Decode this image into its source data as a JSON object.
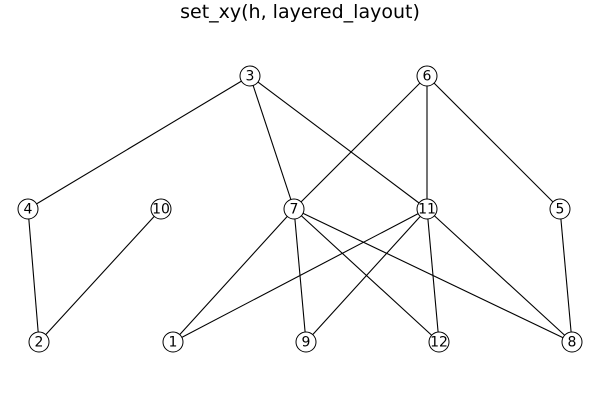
{
  "title": "set_xy(h, layered_layout)",
  "colors": {
    "background": "#ffffff",
    "edge": "#000000",
    "node_fill": "#ffffff",
    "node_stroke": "#000000",
    "text": "#000000"
  },
  "graph": {
    "nodes": [
      {
        "id": "1",
        "label": "1",
        "layer": 3
      },
      {
        "id": "2",
        "label": "2",
        "layer": 3
      },
      {
        "id": "3",
        "label": "3",
        "layer": 1
      },
      {
        "id": "4",
        "label": "4",
        "layer": 2
      },
      {
        "id": "5",
        "label": "5",
        "layer": 2
      },
      {
        "id": "6",
        "label": "6",
        "layer": 1
      },
      {
        "id": "7",
        "label": "7",
        "layer": 2
      },
      {
        "id": "8",
        "label": "8",
        "layer": 3
      },
      {
        "id": "9",
        "label": "9",
        "layer": 3
      },
      {
        "id": "10",
        "label": "10",
        "layer": 2
      },
      {
        "id": "11",
        "label": "11",
        "layer": 2
      },
      {
        "id": "12",
        "label": "12",
        "layer": 3
      }
    ],
    "edges": [
      [
        "3",
        "4"
      ],
      [
        "3",
        "7"
      ],
      [
        "3",
        "11"
      ],
      [
        "6",
        "7"
      ],
      [
        "6",
        "11"
      ],
      [
        "6",
        "5"
      ],
      [
        "4",
        "2"
      ],
      [
        "10",
        "2"
      ],
      [
        "7",
        "1"
      ],
      [
        "7",
        "9"
      ],
      [
        "7",
        "12"
      ],
      [
        "7",
        "8"
      ],
      [
        "11",
        "1"
      ],
      [
        "11",
        "9"
      ],
      [
        "11",
        "12"
      ],
      [
        "11",
        "8"
      ],
      [
        "5",
        "8"
      ]
    ]
  }
}
